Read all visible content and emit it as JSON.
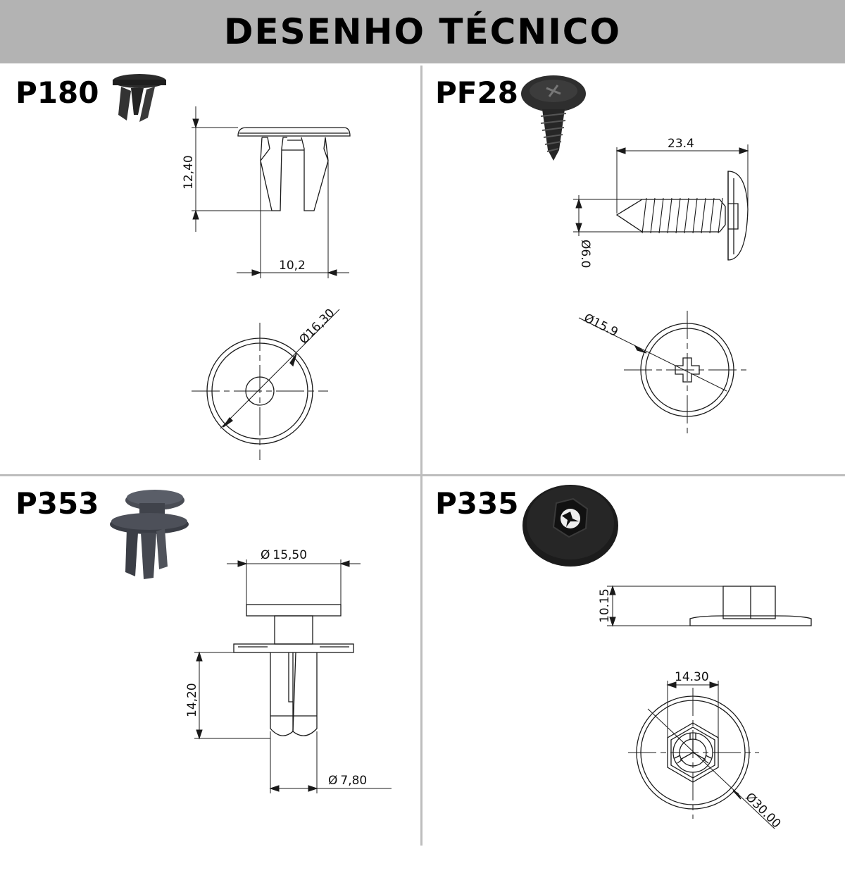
{
  "header": {
    "title": "DESENHO TÉCNICO"
  },
  "parts": [
    {
      "code": "P180",
      "dims": {
        "height": "12,40",
        "width": "10,2",
        "diameter": "16,30"
      }
    },
    {
      "code": "PF28",
      "dims": {
        "length": "23.4",
        "shank": "6.0",
        "diameter": "15.9"
      }
    },
    {
      "code": "P353",
      "dims": {
        "head": "15,50",
        "height": "14,20",
        "shank": "7,80"
      }
    },
    {
      "code": "P335",
      "dims": {
        "height": "10.15",
        "hex": "14.30",
        "diameter": "30.00"
      }
    }
  ],
  "symbols": {
    "diameter": "Ø"
  },
  "colors": {
    "header_bg": "#b3b3b3",
    "divider": "#bdbdbd",
    "line": "#1a1a1a",
    "part_dark": "#2b2b2b",
    "part_gray": "#4a4d55"
  }
}
